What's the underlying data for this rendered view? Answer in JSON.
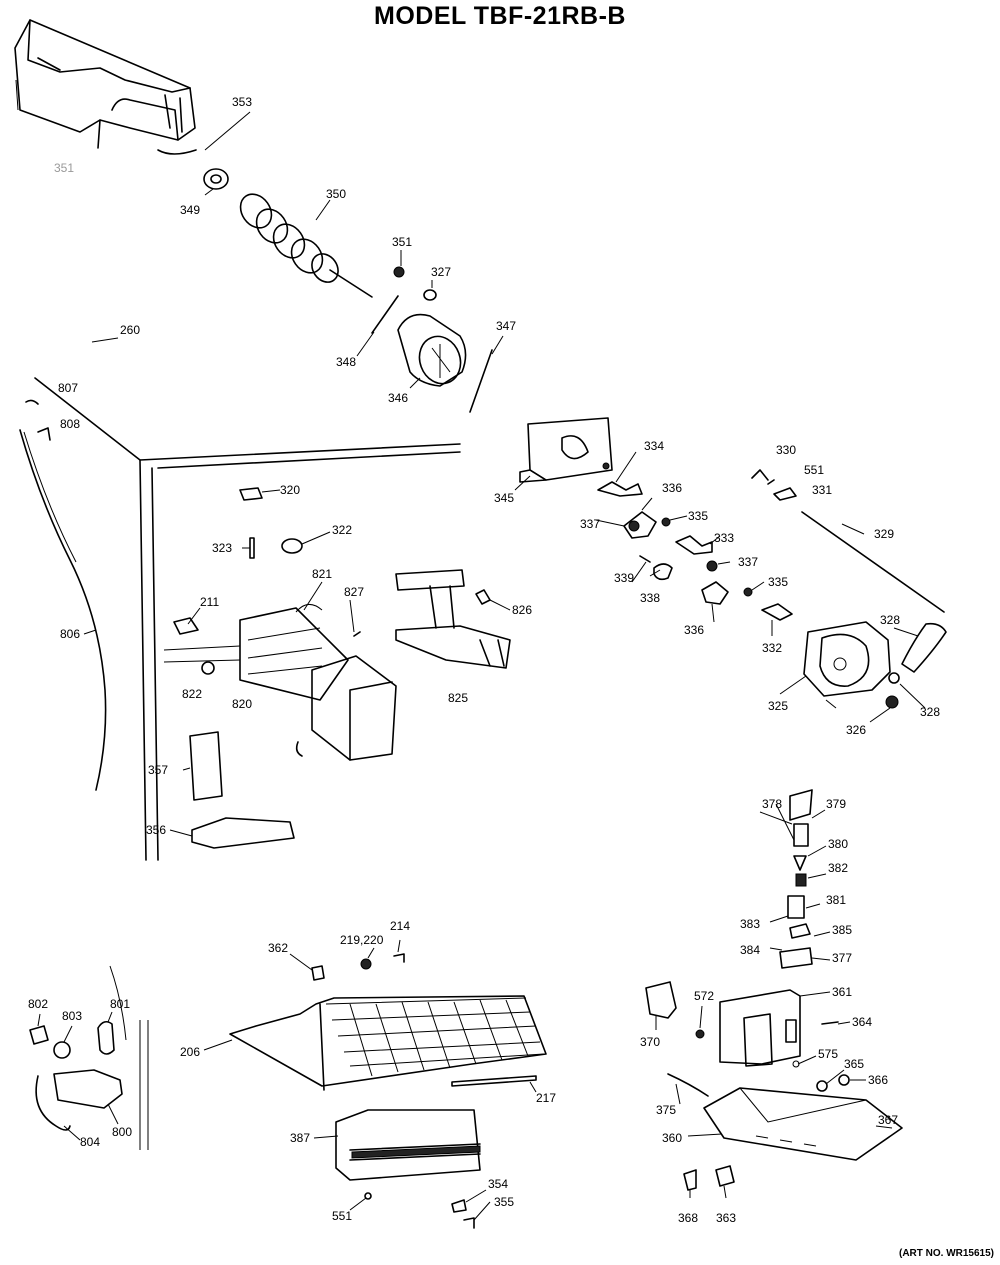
{
  "title": "MODEL TBF-21RB-B",
  "art_number": "(ART NO. WR15615)",
  "callouts": [
    {
      "id": "353",
      "label": "353"
    },
    {
      "id": "351a",
      "label": "351"
    },
    {
      "id": "349",
      "label": "349"
    },
    {
      "id": "350",
      "label": "350"
    },
    {
      "id": "351",
      "label": "351"
    },
    {
      "id": "327",
      "label": "327"
    },
    {
      "id": "260",
      "label": "260"
    },
    {
      "id": "348",
      "label": "348"
    },
    {
      "id": "347",
      "label": "347"
    },
    {
      "id": "346",
      "label": "346"
    },
    {
      "id": "807",
      "label": "807"
    },
    {
      "id": "808",
      "label": "808"
    },
    {
      "id": "334",
      "label": "334"
    },
    {
      "id": "330",
      "label": "330"
    },
    {
      "id": "551a",
      "label": "551"
    },
    {
      "id": "331",
      "label": "331"
    },
    {
      "id": "345",
      "label": "345"
    },
    {
      "id": "336",
      "label": "336"
    },
    {
      "id": "337",
      "label": "337"
    },
    {
      "id": "335",
      "label": "335"
    },
    {
      "id": "329",
      "label": "329"
    },
    {
      "id": "320",
      "label": "320"
    },
    {
      "id": "322",
      "label": "322"
    },
    {
      "id": "323",
      "label": "323"
    },
    {
      "id": "333",
      "label": "333"
    },
    {
      "id": "337b",
      "label": "337"
    },
    {
      "id": "339",
      "label": "339"
    },
    {
      "id": "338",
      "label": "338"
    },
    {
      "id": "335b",
      "label": "335"
    },
    {
      "id": "821",
      "label": "821"
    },
    {
      "id": "827",
      "label": "827"
    },
    {
      "id": "826",
      "label": "826"
    },
    {
      "id": "211",
      "label": "211"
    },
    {
      "id": "806",
      "label": "806"
    },
    {
      "id": "336b",
      "label": "336"
    },
    {
      "id": "332",
      "label": "332"
    },
    {
      "id": "328",
      "label": "328"
    },
    {
      "id": "822",
      "label": "822"
    },
    {
      "id": "820",
      "label": "820"
    },
    {
      "id": "825",
      "label": "825"
    },
    {
      "id": "325",
      "label": "325"
    },
    {
      "id": "328b",
      "label": "328"
    },
    {
      "id": "326",
      "label": "326"
    },
    {
      "id": "357",
      "label": "357"
    },
    {
      "id": "378",
      "label": "378"
    },
    {
      "id": "379",
      "label": "379"
    },
    {
      "id": "356",
      "label": "356"
    },
    {
      "id": "380",
      "label": "380"
    },
    {
      "id": "382",
      "label": "382"
    },
    {
      "id": "381",
      "label": "381"
    },
    {
      "id": "383",
      "label": "383"
    },
    {
      "id": "385",
      "label": "385"
    },
    {
      "id": "214",
      "label": "214"
    },
    {
      "id": "219",
      "label": "219,220"
    },
    {
      "id": "362",
      "label": "362"
    },
    {
      "id": "384",
      "label": "384"
    },
    {
      "id": "377",
      "label": "377"
    },
    {
      "id": "361",
      "label": "361"
    },
    {
      "id": "802",
      "label": "802"
    },
    {
      "id": "801",
      "label": "801"
    },
    {
      "id": "803",
      "label": "803"
    },
    {
      "id": "572",
      "label": "572"
    },
    {
      "id": "364",
      "label": "364"
    },
    {
      "id": "206",
      "label": "206"
    },
    {
      "id": "370",
      "label": "370"
    },
    {
      "id": "575",
      "label": "575"
    },
    {
      "id": "365",
      "label": "365"
    },
    {
      "id": "366",
      "label": "366"
    },
    {
      "id": "217",
      "label": "217"
    },
    {
      "id": "375",
      "label": "375"
    },
    {
      "id": "367",
      "label": "367"
    },
    {
      "id": "800",
      "label": "800"
    },
    {
      "id": "387",
      "label": "387"
    },
    {
      "id": "804",
      "label": "804"
    },
    {
      "id": "360",
      "label": "360"
    },
    {
      "id": "354",
      "label": "354"
    },
    {
      "id": "355",
      "label": "355"
    },
    {
      "id": "551",
      "label": "551"
    },
    {
      "id": "368",
      "label": "368"
    },
    {
      "id": "363",
      "label": "363"
    }
  ]
}
